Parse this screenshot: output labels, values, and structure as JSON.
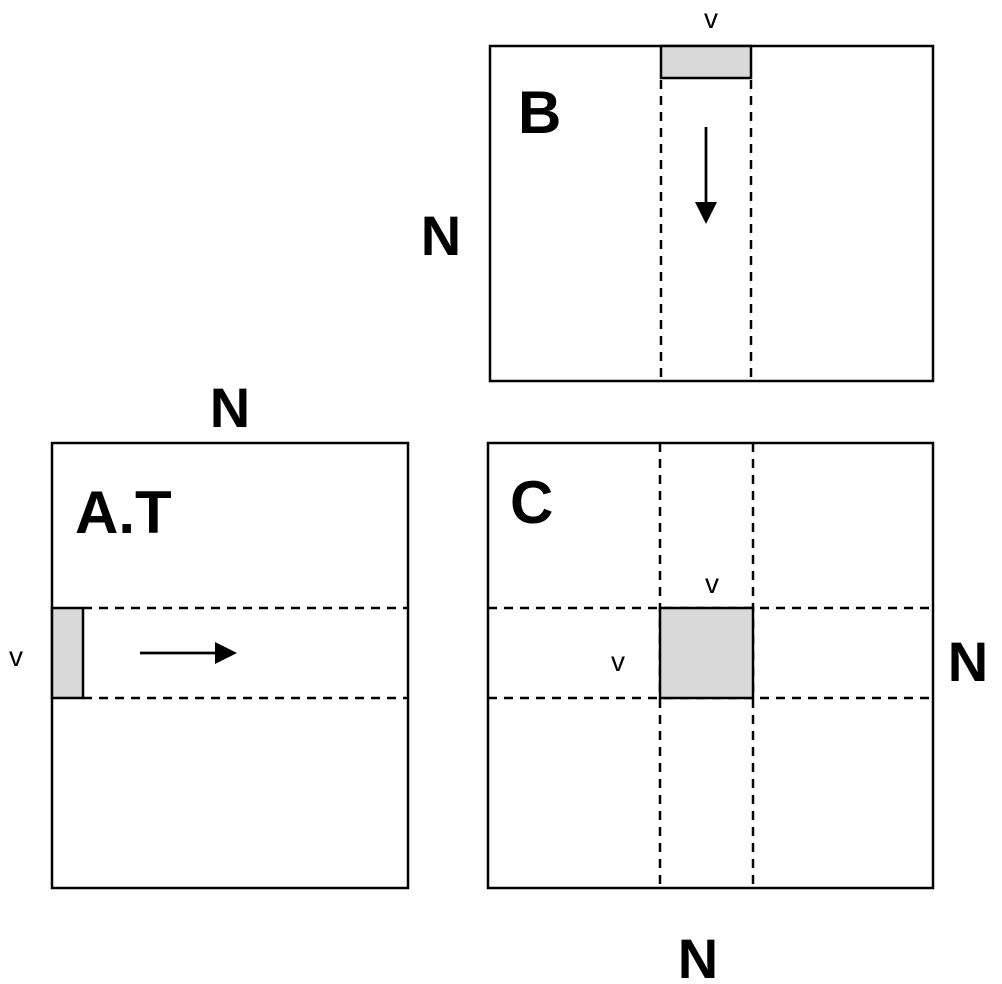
{
  "diagram": {
    "description": "Matrix multiplication tiling diagram: a row band of A.T times a column band of B produces a tile of C",
    "matrices": {
      "b": {
        "label": "B",
        "rows_label": "N",
        "tile_label": "v"
      },
      "at": {
        "label": "A.T",
        "cols_label": "N",
        "tile_label": "v"
      },
      "c": {
        "label": "C",
        "rows_label": "N",
        "cols_label": "N",
        "col_tile_label": "v",
        "row_tile_label": "v"
      }
    },
    "colors": {
      "tile_fill": "#d9d9d9",
      "line": "#000000",
      "background": "#ffffff"
    }
  }
}
